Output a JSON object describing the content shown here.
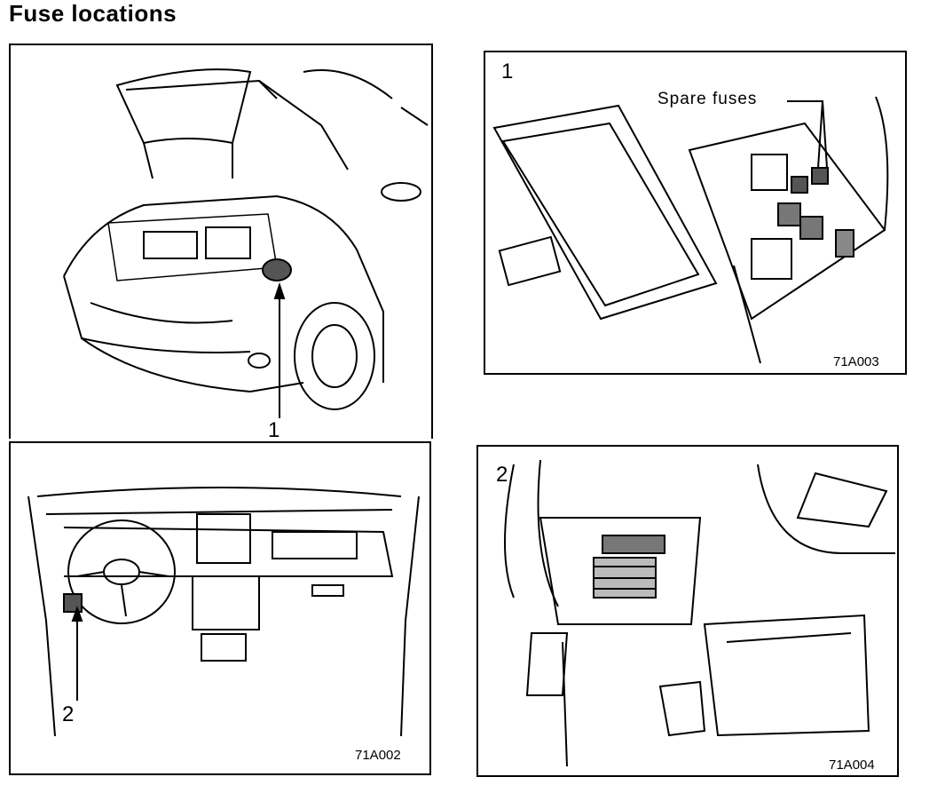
{
  "title": "Fuse locations",
  "panels": {
    "engine_view": {
      "callout": "1"
    },
    "dash_view": {
      "callout": "2",
      "code": "71A002"
    },
    "engine_fusebox": {
      "callout": "1",
      "spare_label": "Spare fuses",
      "code": "71A003"
    },
    "interior_fusebox": {
      "callout": "2",
      "code": "71A004"
    }
  }
}
